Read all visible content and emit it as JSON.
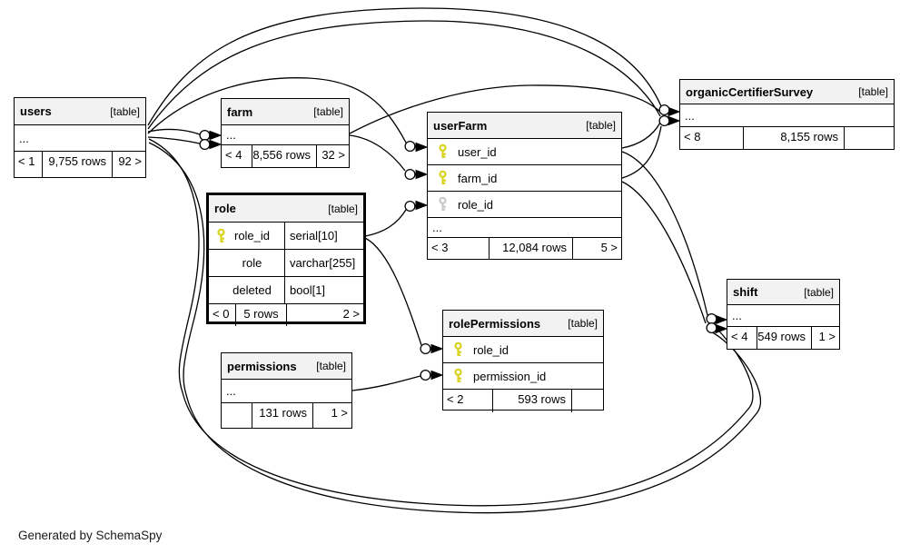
{
  "diagram": {
    "generator_note": "Generated by SchemaSpy"
  },
  "colors": {
    "background": "#ffffff",
    "border": "#000000",
    "header_bg": "#f2f2f2",
    "pk_key": "#d8d21c",
    "fk_key": "#c9c9c9"
  },
  "tables": {
    "users": {
      "name": "users",
      "tag": "[table]",
      "ellipsis": "...",
      "footer": {
        "parents": "< 1",
        "rows": "9,755 rows",
        "children": "92 >"
      }
    },
    "farm": {
      "name": "farm",
      "tag": "[table]",
      "ellipsis": "...",
      "footer": {
        "parents": "< 4",
        "rows": "8,556 rows",
        "children": "32 >"
      }
    },
    "userFarm": {
      "name": "userFarm",
      "tag": "[table]",
      "ellipsis": "...",
      "columns": [
        {
          "name": "user_id",
          "key": "pk"
        },
        {
          "name": "farm_id",
          "key": "pk"
        },
        {
          "name": "role_id",
          "key": "fk"
        }
      ],
      "footer": {
        "parents": "< 3",
        "rows": "12,084 rows",
        "children": "5 >"
      }
    },
    "organicCertifierSurvey": {
      "name": "organicCertifierSurvey",
      "tag": "[table]",
      "ellipsis": "...",
      "footer": {
        "parents": "< 8",
        "rows": "8,155 rows",
        "children": ""
      }
    },
    "role": {
      "name": "role",
      "tag": "[table]",
      "columns": [
        {
          "name": "role_id",
          "type": "serial[10]",
          "key": "pk"
        },
        {
          "name": "role",
          "type": "varchar[255]"
        },
        {
          "name": "deleted",
          "type": "bool[1]"
        }
      ],
      "footer": {
        "parents": "< 0",
        "rows": "5 rows",
        "children": "2 >"
      }
    },
    "rolePermissions": {
      "name": "rolePermissions",
      "tag": "[table]",
      "columns": [
        {
          "name": "role_id",
          "key": "pk"
        },
        {
          "name": "permission_id",
          "key": "pk"
        }
      ],
      "footer": {
        "parents": "< 2",
        "rows": "593 rows",
        "children": ""
      }
    },
    "permissions": {
      "name": "permissions",
      "tag": "[table]",
      "ellipsis": "...",
      "footer": {
        "parents": "",
        "rows": "131 rows",
        "children": "1 >"
      }
    },
    "shift": {
      "name": "shift",
      "tag": "[table]",
      "ellipsis": "...",
      "footer": {
        "parents": "< 4",
        "rows": "549 rows",
        "children": "1 >"
      }
    }
  }
}
